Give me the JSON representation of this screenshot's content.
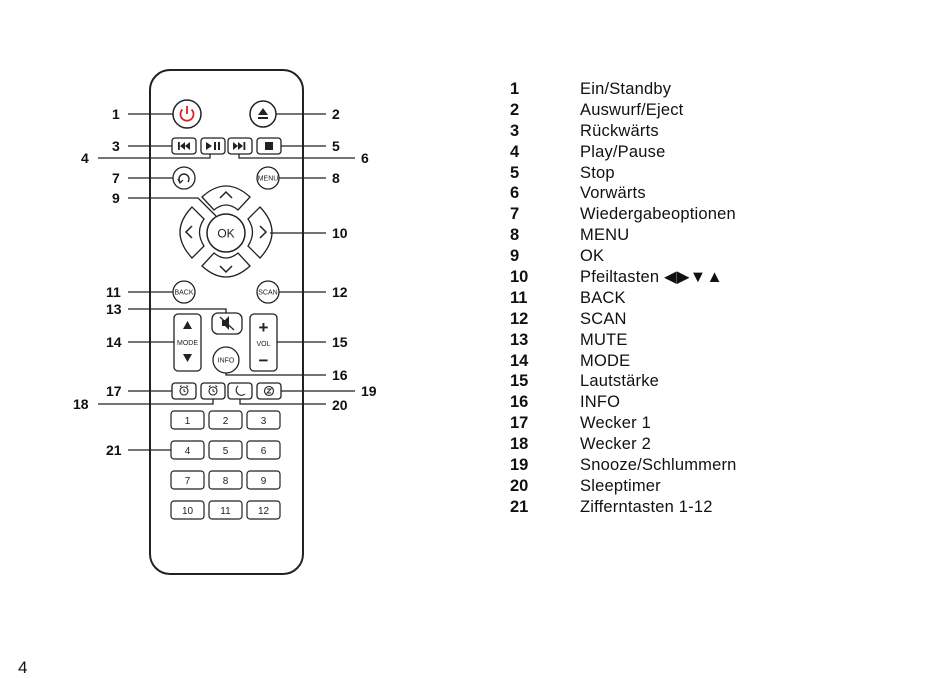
{
  "callouts": [
    "1",
    "2",
    "3",
    "4",
    "5",
    "6",
    "7",
    "8",
    "9",
    "10",
    "11",
    "12",
    "13",
    "14",
    "15",
    "16",
    "17",
    "18",
    "19",
    "20",
    "21"
  ],
  "remote": {
    "menu_label": "MENU",
    "ok_label": "OK",
    "back_label": "BACK",
    "scan_label": "SCAN",
    "mode_label": "MODE",
    "vol_label": "VOL",
    "info_label": "INFO",
    "vol_plus": "+",
    "vol_minus": "−",
    "numbers": [
      "1",
      "2",
      "3",
      "4",
      "5",
      "6",
      "7",
      "8",
      "9",
      "10",
      "11",
      "12"
    ]
  },
  "colors": {
    "power_icon": "#e02020",
    "outline": "#222222"
  },
  "legend": [
    {
      "num": "1",
      "text": "Ein/Standby"
    },
    {
      "num": "2",
      "text": "Auswurf/Eject"
    },
    {
      "num": "3",
      "text": "Rückwärts"
    },
    {
      "num": "4",
      "text": "Play/Pause"
    },
    {
      "num": "5",
      "text": "Stop"
    },
    {
      "num": "6",
      "text": "Vorwärts"
    },
    {
      "num": "7",
      "text": "Wiedergabeoptionen"
    },
    {
      "num": "8",
      "text": "MENU"
    },
    {
      "num": "9",
      "text": "OK"
    },
    {
      "num": "10",
      "text": "Pfeiltasten ◀▶▼▲"
    },
    {
      "num": "11",
      "text": "BACK"
    },
    {
      "num": "12",
      "text": "SCAN"
    },
    {
      "num": "13",
      "text": "MUTE"
    },
    {
      "num": "14",
      "text": "MODE"
    },
    {
      "num": "15",
      "text": "Lautstärke"
    },
    {
      "num": "16",
      "text": "INFO"
    },
    {
      "num": "17",
      "text": "Wecker 1"
    },
    {
      "num": "18",
      "text": "Wecker 2"
    },
    {
      "num": "19",
      "text": "Snooze/Schlummern"
    },
    {
      "num": "20",
      "text": "Sleeptimer"
    },
    {
      "num": "21",
      "text": "Zifferntasten 1-12"
    }
  ],
  "page_number": "4"
}
